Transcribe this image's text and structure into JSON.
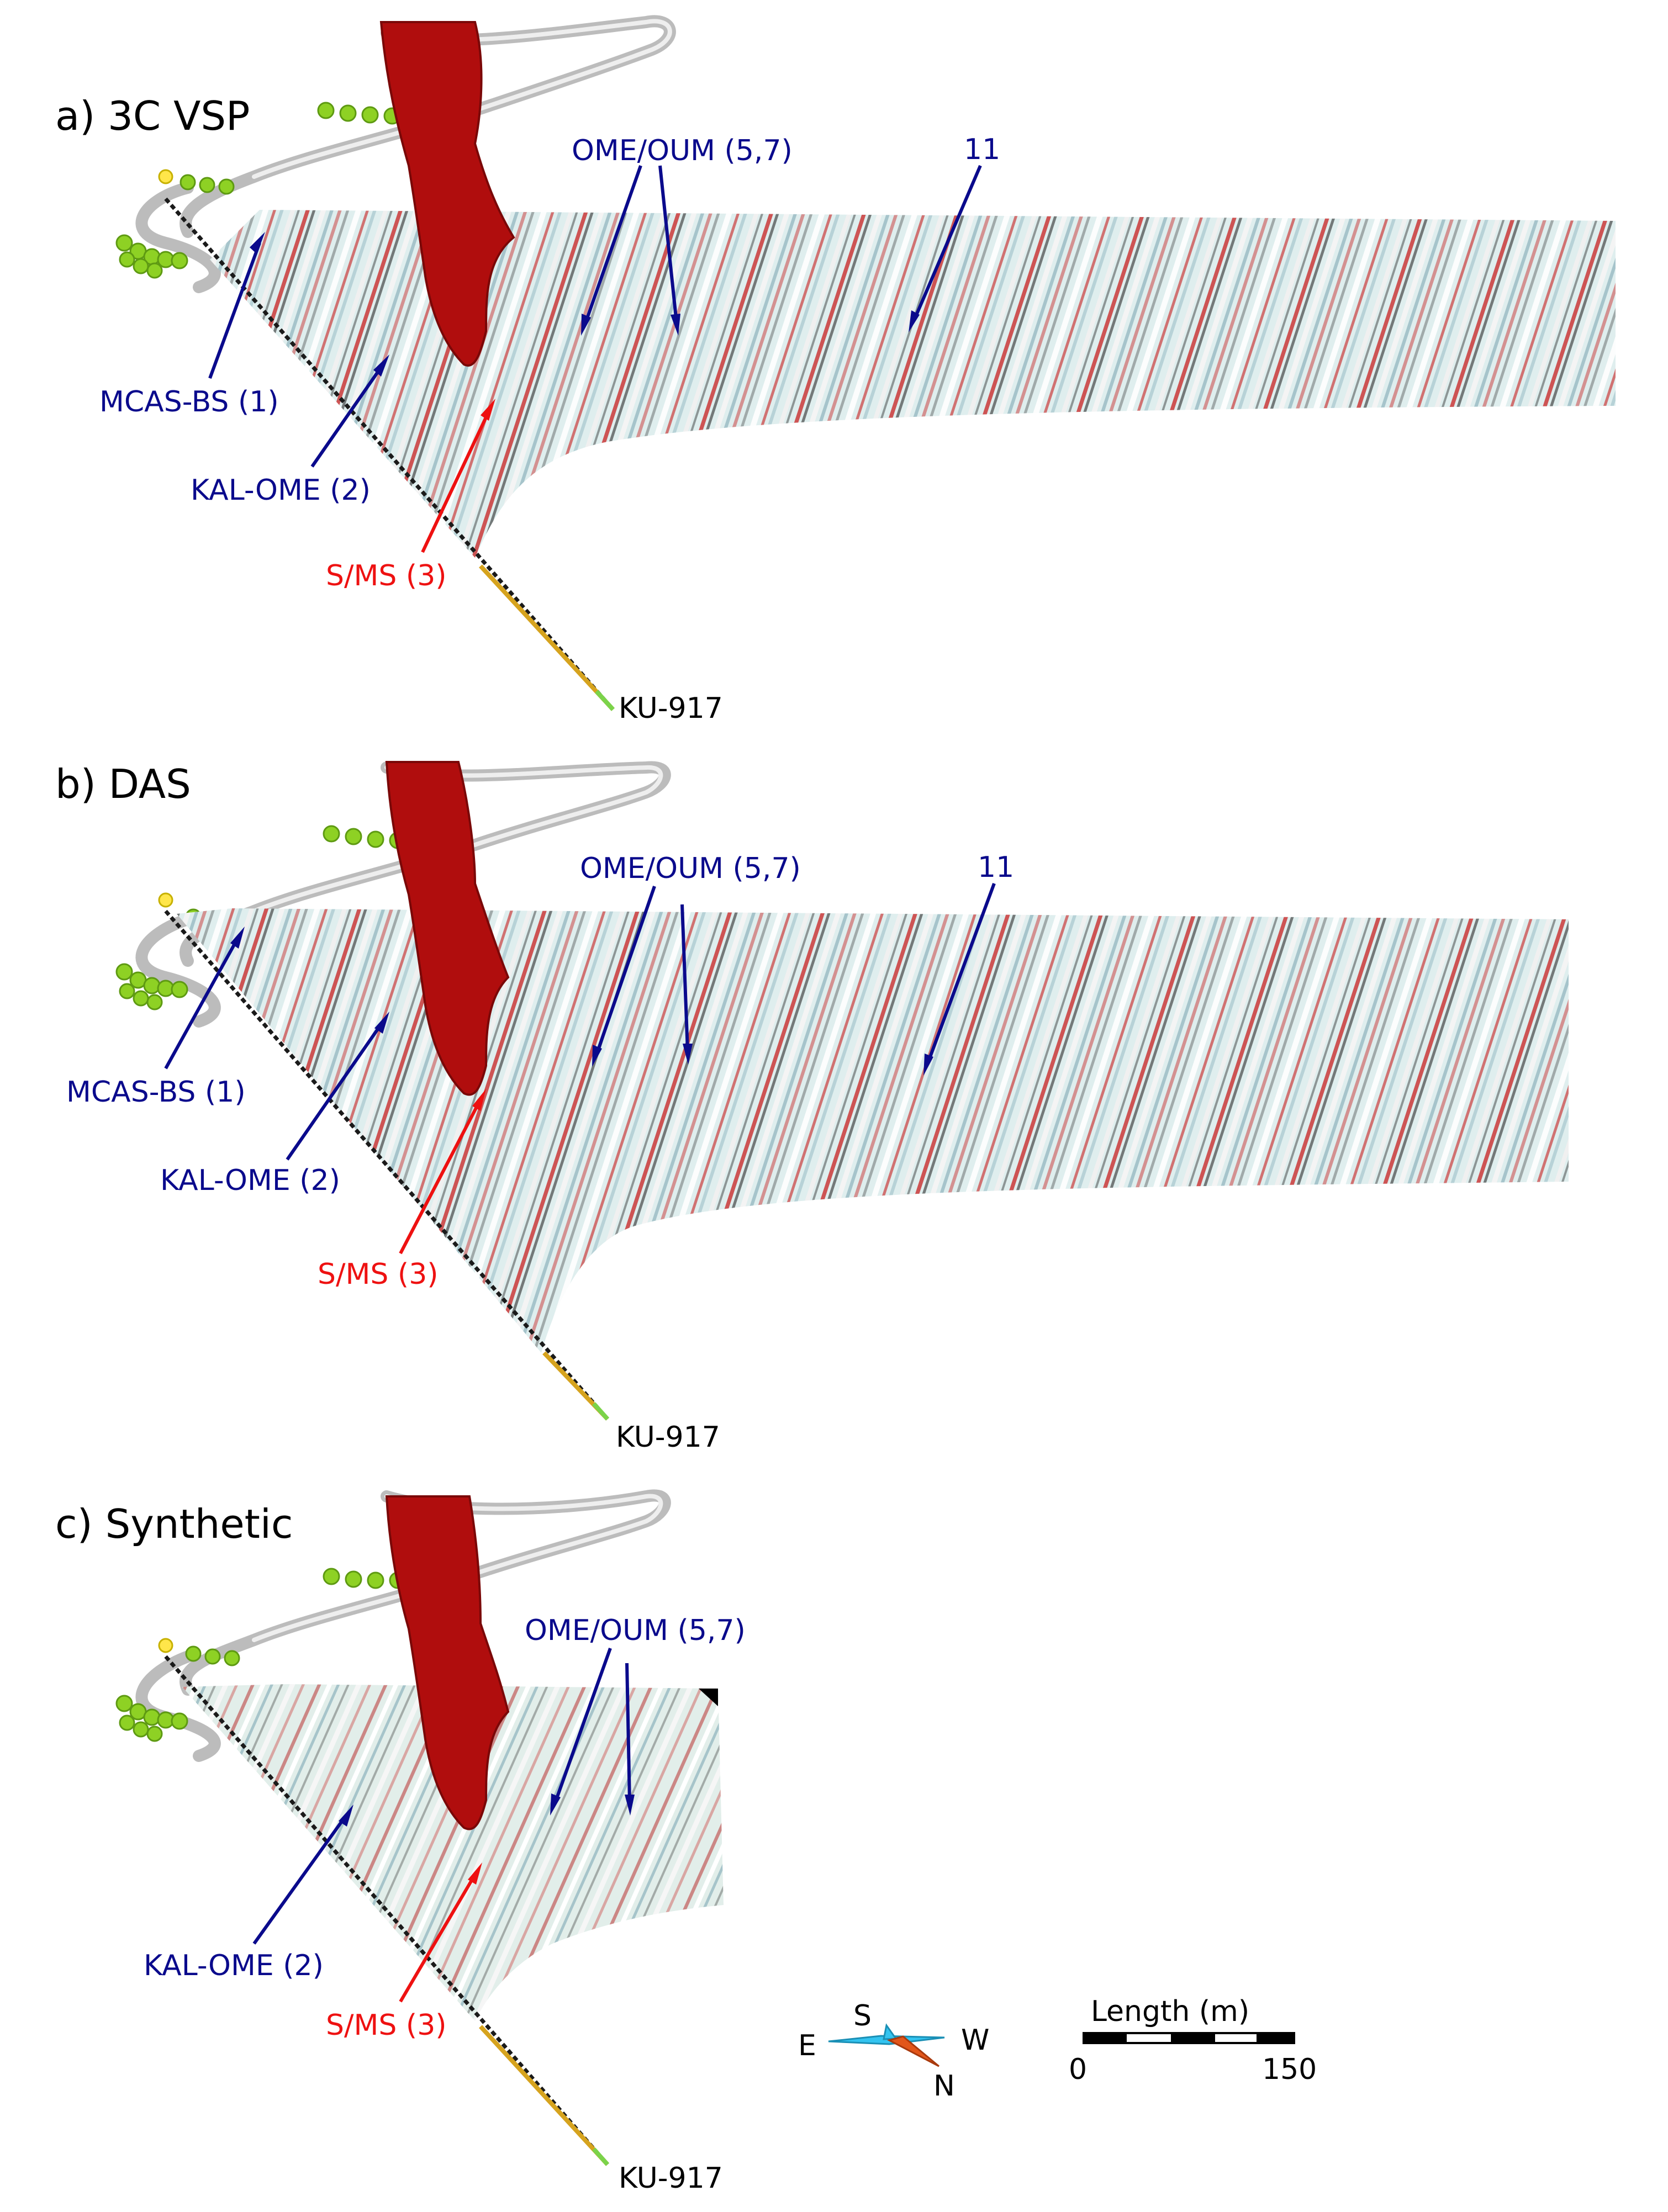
{
  "panels": [
    {
      "title": "a) 3C VSP",
      "well_label": "KU-917",
      "labels": {
        "mcas": "MCAS-BS (1)",
        "kal": "KAL-OME (2)",
        "sms": "S/MS (3)",
        "ome": "OME/OUM (5,7)",
        "r11": "11"
      }
    },
    {
      "title": "b) DAS",
      "well_label": "KU-917",
      "labels": {
        "mcas": "MCAS-BS (1)",
        "kal": "KAL-OME (2)",
        "sms": "S/MS (3)",
        "ome": "OME/OUM (5,7)",
        "r11": "11"
      }
    },
    {
      "title": "c) Synthetic",
      "well_label": "KU-917",
      "labels": {
        "kal": "KAL-OME (2)",
        "sms": "S/MS (3)",
        "ome": "OME/OUM (5,7)"
      }
    }
  ],
  "compass": {
    "s": "S",
    "e": "E",
    "w": "W",
    "n": "N"
  },
  "scale_bar": {
    "title": "Length (m)",
    "min": "0",
    "max": "150"
  },
  "colors": {
    "seismic_positive": "#c62020",
    "seismic_negative": "#111111",
    "seismic_background": "#dfeeee",
    "ore_body": "#b00d0d",
    "annotation_blue": "#0a0a8c",
    "annotation_red": "#ee1111",
    "compass_cyan": "#33c4f0",
    "compass_orange": "#e2561a"
  }
}
